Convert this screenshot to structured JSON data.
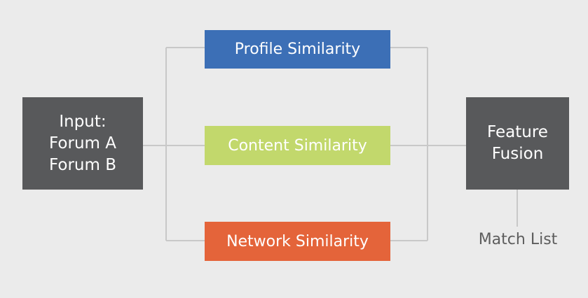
{
  "diagram": {
    "input": {
      "lines": [
        "Input:",
        "Forum A",
        "Forum B"
      ],
      "color": "#58595b"
    },
    "similarities": [
      {
        "label": "Profile Similarity",
        "color": "#3c6fb6"
      },
      {
        "label": "Content Similarity",
        "color": "#c2d86c"
      },
      {
        "label": "Network Similarity",
        "color": "#e4643a"
      }
    ],
    "fusion": {
      "lines": [
        "Feature",
        "Fusion"
      ],
      "color": "#58595b"
    },
    "output": {
      "label": "Match List"
    },
    "connector_color": "#c8c8c8",
    "background_color": "#ebebeb"
  }
}
